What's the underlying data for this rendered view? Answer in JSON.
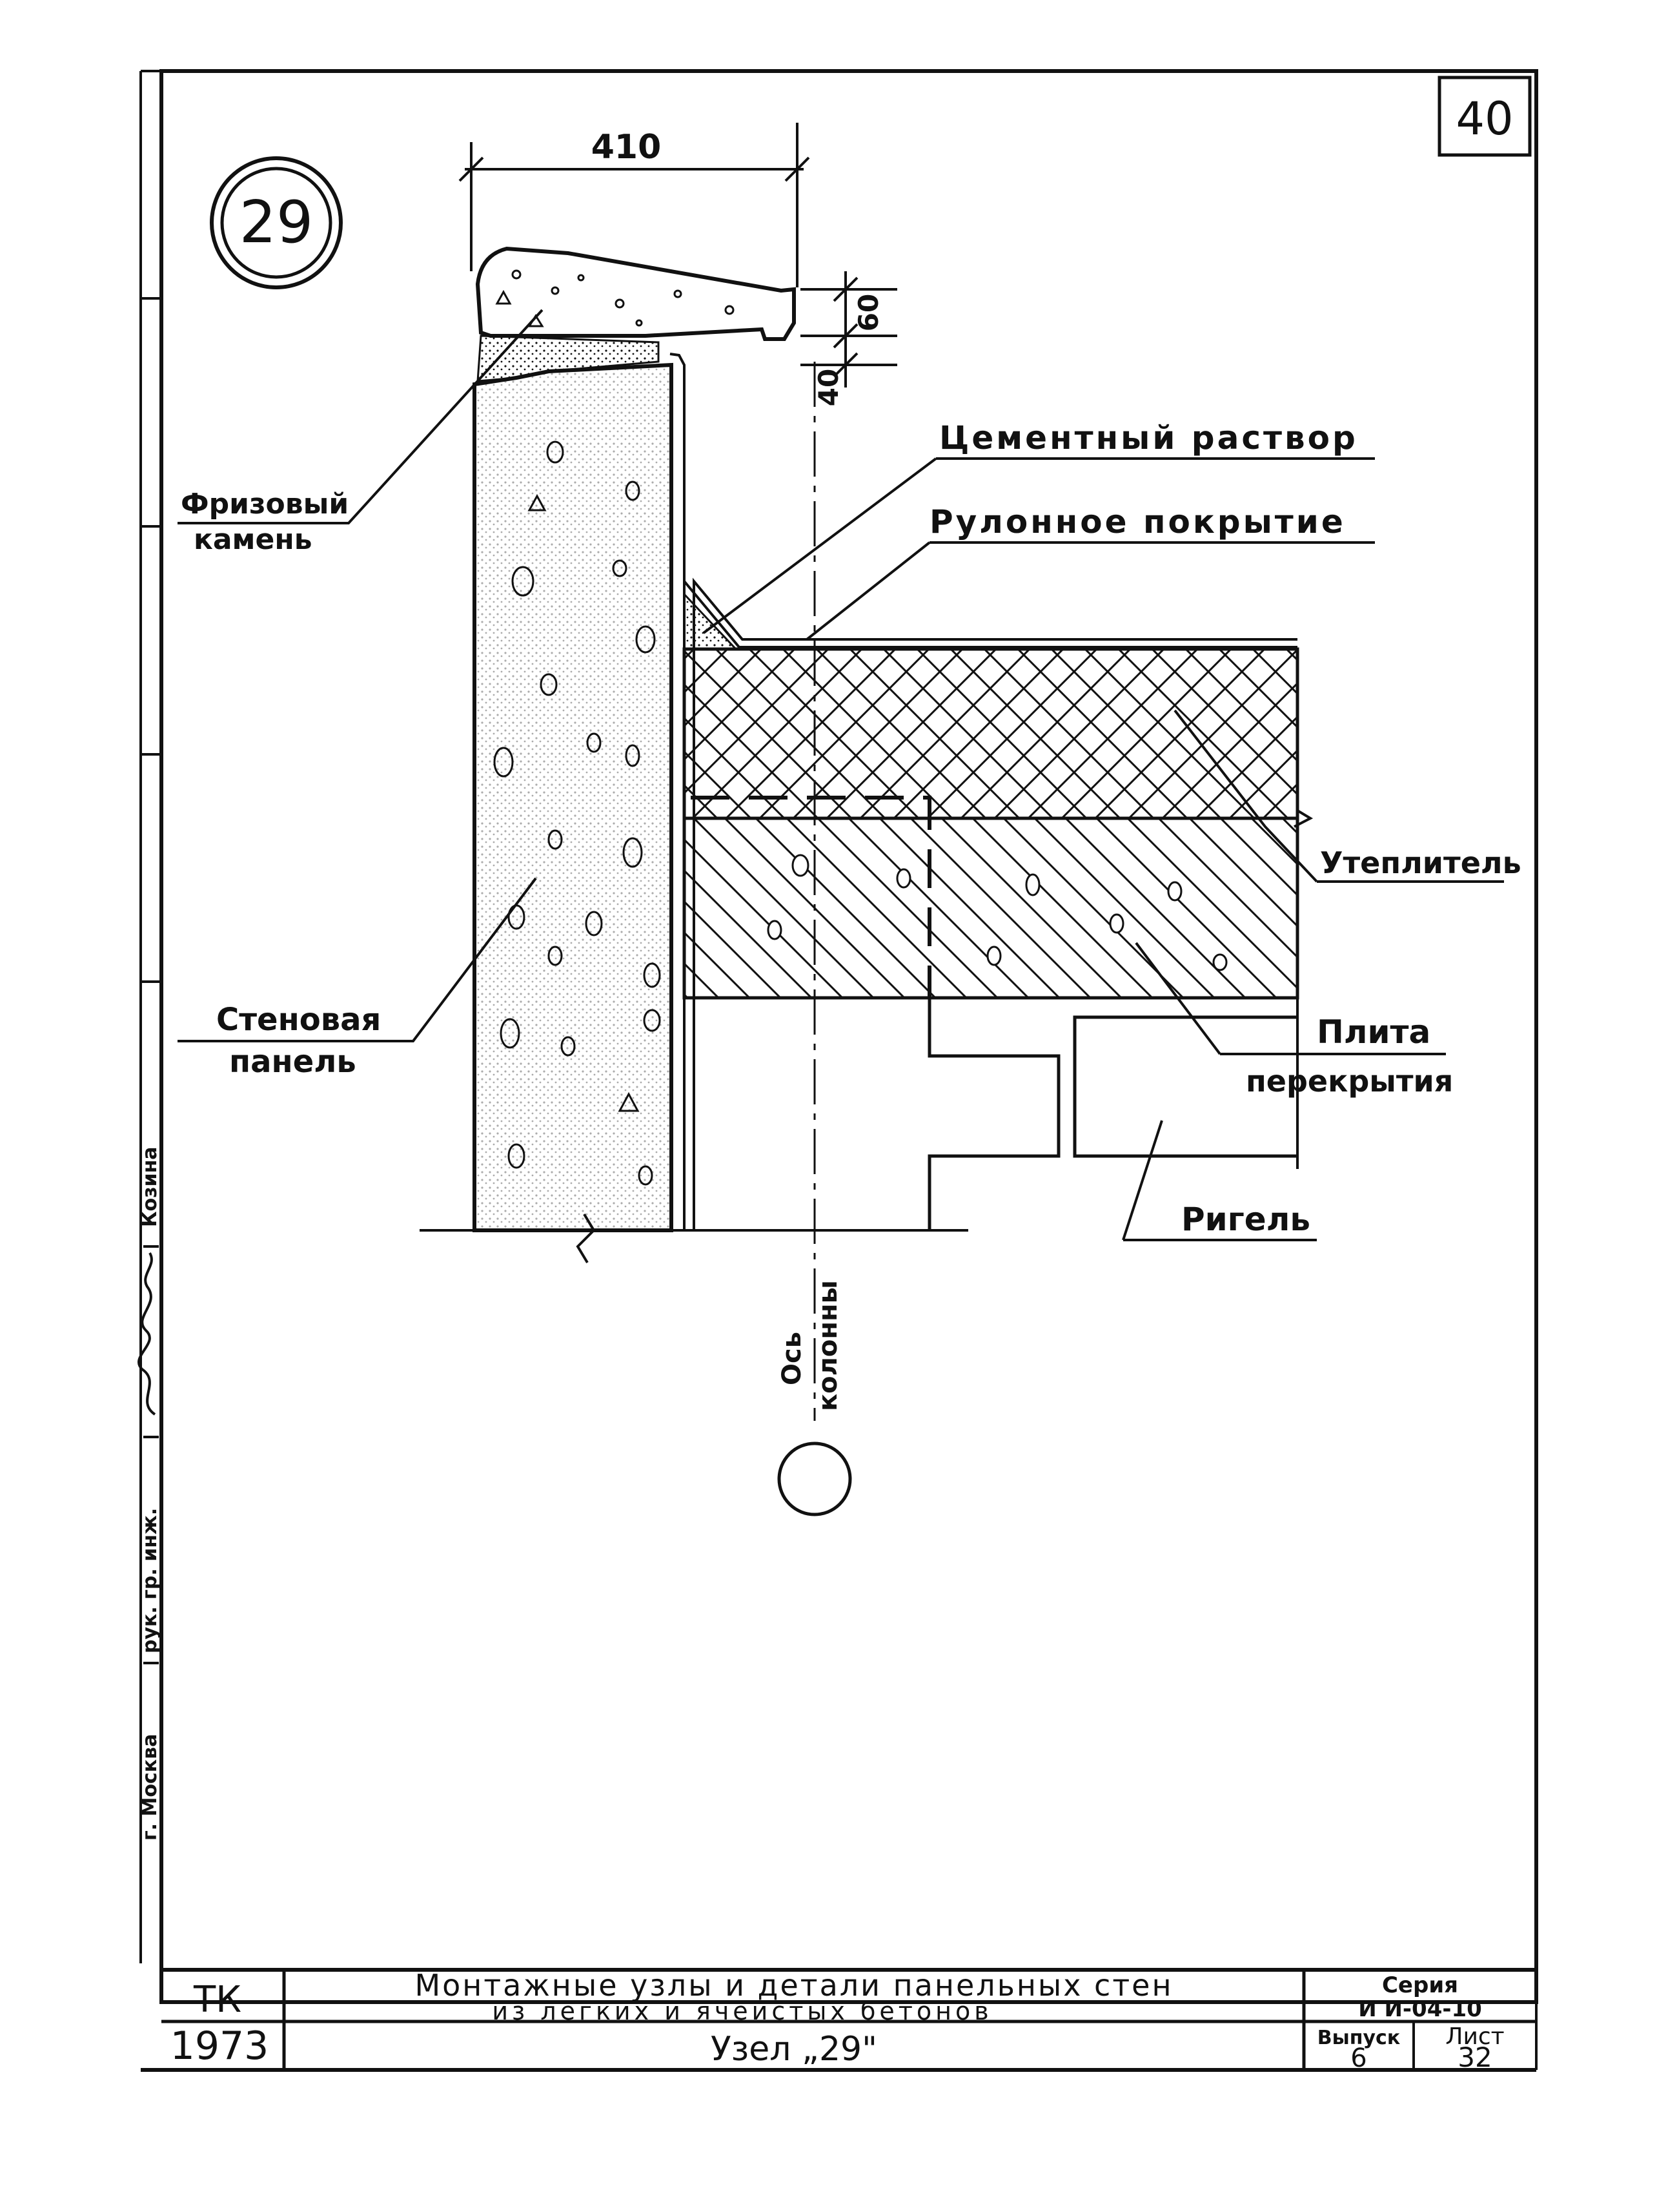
{
  "sheet_number": "40",
  "node_number": "29",
  "dimensions": {
    "width_top": "410",
    "d60": "60",
    "d40": "40"
  },
  "labels": {
    "frieze_stone_1": "Фризовый",
    "frieze_stone_2": "камень",
    "cement_mortar": "Цементный раствор",
    "roll_covering": "Рулонное покрытие",
    "insulation": "Утеплитель",
    "slab_1": "Плита",
    "slab_2": "перекрытия",
    "wall_panel_1": "Стеновая",
    "wall_panel_2": "панель",
    "girder": "Ригель",
    "column_axis_1": "Ось",
    "column_axis_2": "колонны"
  },
  "side_stamp": {
    "city": "г. Москва",
    "role": "рук. гр. инж.",
    "name": "Козина"
  },
  "title_block": {
    "org": "ТК",
    "title_line1": "Монтажные узлы и детали панельных стен",
    "title_line2": "из легких и ячеистых бетонов",
    "series_label": "Серия",
    "series_value": "И И-04-10",
    "year": "1973",
    "node_title": "Узел „29\"",
    "issue_label": "Выпуск",
    "issue_value": "6",
    "sheet_label": "Лист",
    "sheet_value": "32"
  }
}
